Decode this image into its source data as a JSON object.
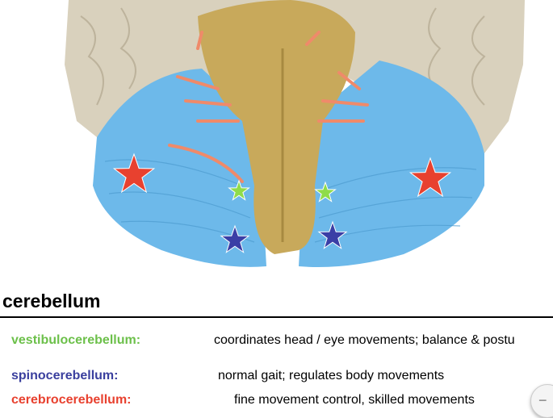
{
  "figure": {
    "colors": {
      "cerebrum": "#d9d1bd",
      "cerebellum": "#6db9ea",
      "brainstem": "#c8a95b",
      "nerves": "#ef8a6a"
    },
    "stars": [
      {
        "type": "cerebrocerebellum",
        "color": "#e8412f"
      },
      {
        "type": "vestibulocerebellum",
        "color": "#8fdc4a"
      },
      {
        "type": "spinocerebellum",
        "color": "#3a3fa6"
      }
    ]
  },
  "title": "cerebellum",
  "rows": [
    {
      "term": "vestibulocerebellum:",
      "desc": "coordinates head / eye movements; balance & postu",
      "color": "#6cc04a"
    },
    {
      "term": "spinocerebellum:",
      "desc": "normal gait; regulates body movements",
      "color": "#3a3f9e"
    },
    {
      "term": "cerebrocerebellum:",
      "desc": "fine movement control, skilled movements",
      "color": "#e8412f"
    }
  ],
  "zoom_button": {
    "label": "−",
    "icon": "minus-icon"
  }
}
